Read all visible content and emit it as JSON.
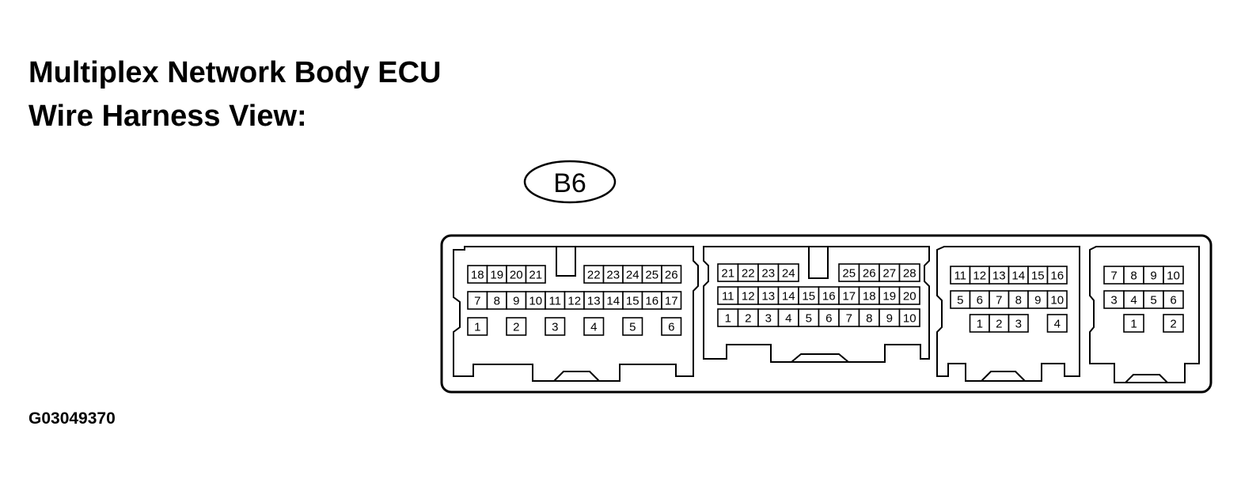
{
  "title_line1": "Multiplex Network Body ECU",
  "title_line2": "Wire Harness View:",
  "connector_id": "B6",
  "figure_code": "G03049370",
  "blocks": [
    {
      "name": "block-a",
      "rows": [
        [
          "18",
          "19",
          "20",
          "21",
          "",
          "22",
          "23",
          "24",
          "25",
          "26"
        ],
        [
          "7",
          "8",
          "9",
          "10",
          "11",
          "12",
          "13",
          "14",
          "15",
          "16",
          "17"
        ],
        [
          "1",
          "",
          "2",
          "",
          "3",
          "",
          "4",
          "",
          "5",
          "",
          "6"
        ]
      ]
    },
    {
      "name": "block-b",
      "rows": [
        [
          "21",
          "22",
          "23",
          "24",
          "",
          "25",
          "26",
          "27",
          "28"
        ],
        [
          "11",
          "12",
          "13",
          "14",
          "15",
          "16",
          "17",
          "18",
          "19",
          "20"
        ],
        [
          "1",
          "2",
          "3",
          "4",
          "5",
          "6",
          "7",
          "8",
          "9",
          "10"
        ]
      ]
    },
    {
      "name": "block-c",
      "rows": [
        [
          "11",
          "12",
          "13",
          "14",
          "15",
          "16"
        ],
        [
          "5",
          "6",
          "7",
          "8",
          "9",
          "10"
        ],
        [
          "1",
          "2",
          "3",
          "4"
        ]
      ]
    },
    {
      "name": "block-d",
      "rows": [
        [
          "7",
          "8",
          "9",
          "10"
        ],
        [
          "3",
          "4",
          "5",
          "6"
        ],
        [
          "1",
          "2"
        ]
      ]
    }
  ]
}
